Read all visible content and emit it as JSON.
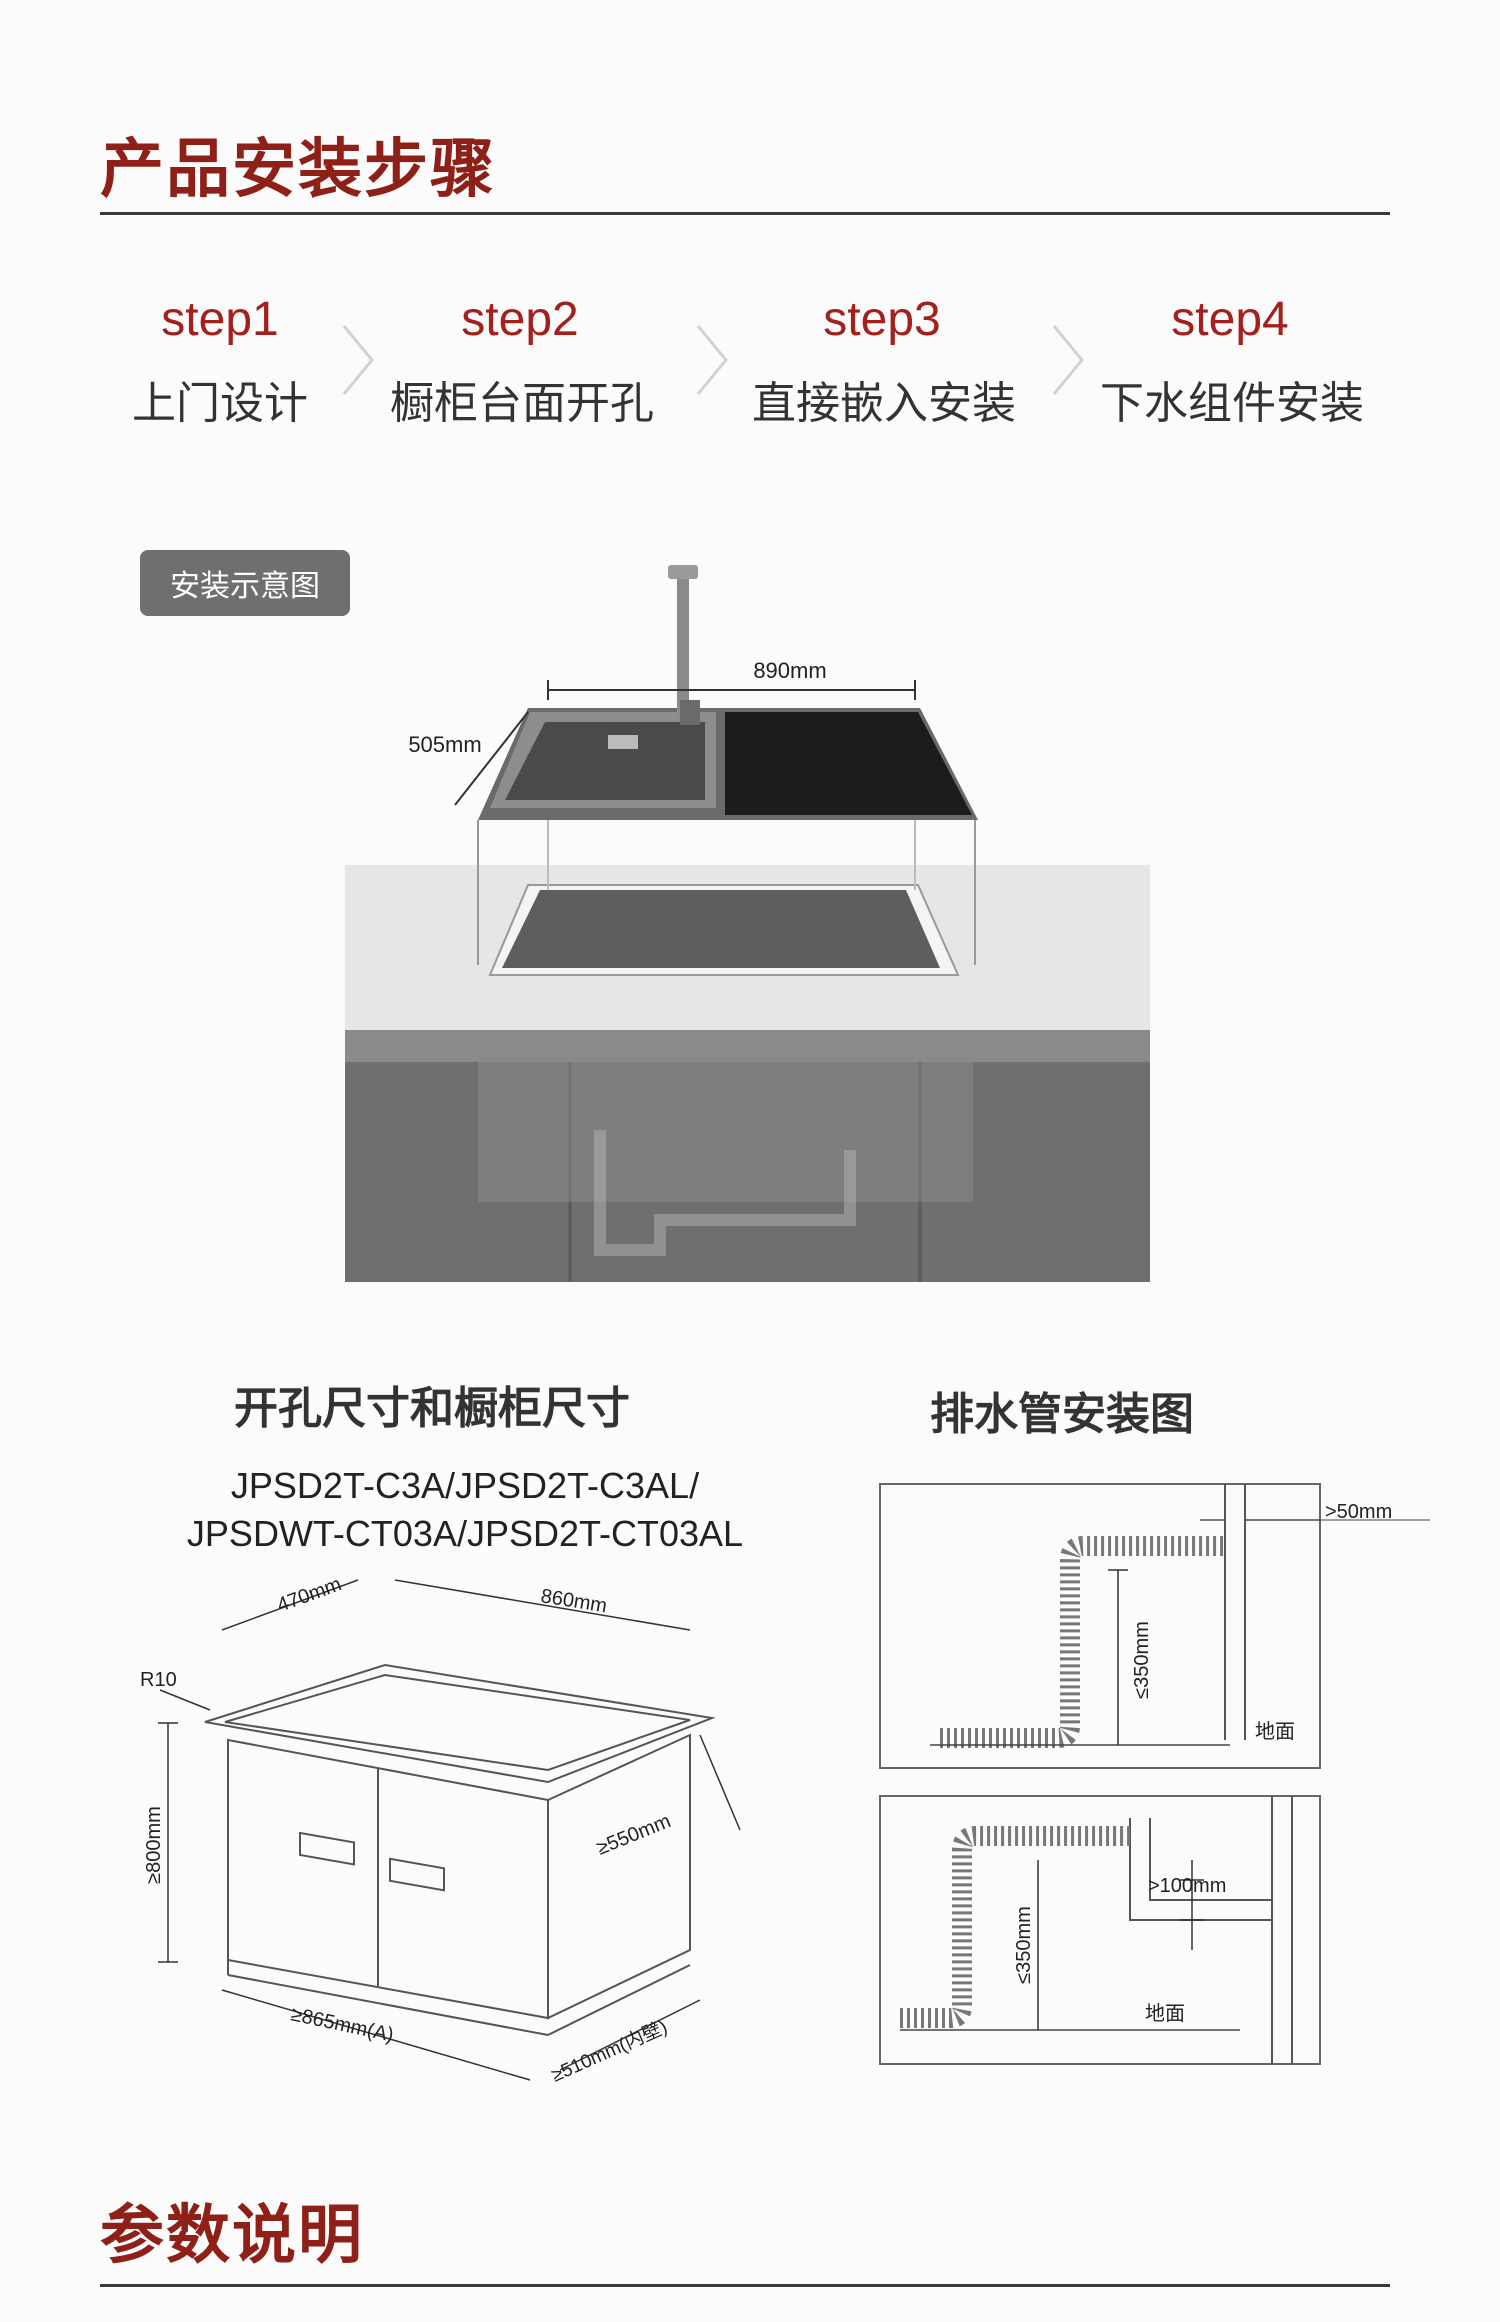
{
  "sections": {
    "install_title": "产品安装步骤",
    "params_title": "参数说明"
  },
  "steps": [
    {
      "id": "step1",
      "label": "上门设计"
    },
    {
      "id": "step2",
      "label": "橱柜台面开孔"
    },
    {
      "id": "step3",
      "label": "直接嵌入安装"
    },
    {
      "id": "step4",
      "label": "下水组件安装"
    }
  ],
  "diagram": {
    "badge": "安装示意图",
    "width_label": "890mm",
    "depth_label": "505mm"
  },
  "cutout": {
    "title": "开孔尺寸和橱柜尺寸",
    "models": [
      "JPSD2T-C3A/JPSD2T-C3AL/",
      "JPSDWT-CT03A/JPSD2T-CT03AL"
    ],
    "dims": {
      "r": "R10",
      "w470": "470mm",
      "w860": "860mm",
      "h800": "≥800mm",
      "d550": "≥550mm",
      "w865": "≥865mm(A)",
      "d510": "≥510mm(内壁)"
    }
  },
  "drain": {
    "title": "排水管安装图",
    "gap": ">50mm",
    "h1": "≤350mm",
    "floor1": "地面",
    "gap2": ">100mm",
    "h2": "≤350mm",
    "floor2": "地面"
  },
  "colors": {
    "accent": "#8e2018",
    "step": "#a3201c",
    "badge": "#6f6f6f"
  }
}
